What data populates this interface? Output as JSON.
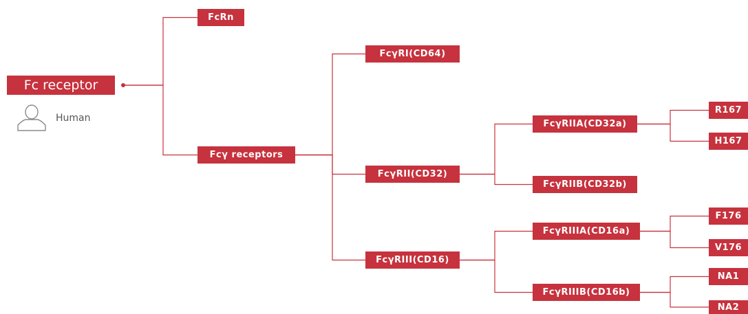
{
  "colors": {
    "node_fill": "#c6323d",
    "line": "#c6323d",
    "icon": "#8a8a8a",
    "text_muted": "#555555"
  },
  "root": {
    "label": "Fc receptor"
  },
  "species": {
    "icon": "user-icon",
    "label": "Human"
  },
  "nodes": {
    "fcrn": "FcRn",
    "fcy_receptors": "Fcγ receptors",
    "fcyri": "FcγRI(CD64)",
    "fcyrii": "FcγRII(CD32)",
    "fcyriii": "FcγRIII(CD16)",
    "fcyriia": "FcγRIIA(CD32a)",
    "fcyriib": "FcγRIIB(CD32b)",
    "fcyriiia": "FcγRIIIA(CD16a)",
    "fcyriiib": "FcγRIIIB(CD16b)",
    "r167": "R167",
    "h167": "H167",
    "f176": "F176",
    "v176": "V176",
    "na1": "NA1",
    "na2": "NA2"
  },
  "edges": [
    [
      "root",
      "fcrn"
    ],
    [
      "root",
      "fcy_receptors"
    ],
    [
      "fcy_receptors",
      "fcyri"
    ],
    [
      "fcy_receptors",
      "fcyrii"
    ],
    [
      "fcy_receptors",
      "fcyriii"
    ],
    [
      "fcyrii",
      "fcyriia"
    ],
    [
      "fcyrii",
      "fcyriib"
    ],
    [
      "fcyriii",
      "fcyriiia"
    ],
    [
      "fcyriii",
      "fcyriiib"
    ],
    [
      "fcyriia",
      "r167"
    ],
    [
      "fcyriia",
      "h167"
    ],
    [
      "fcyriiia",
      "f176"
    ],
    [
      "fcyriiia",
      "v176"
    ],
    [
      "fcyriiib",
      "na1"
    ],
    [
      "fcyriiib",
      "na2"
    ]
  ]
}
